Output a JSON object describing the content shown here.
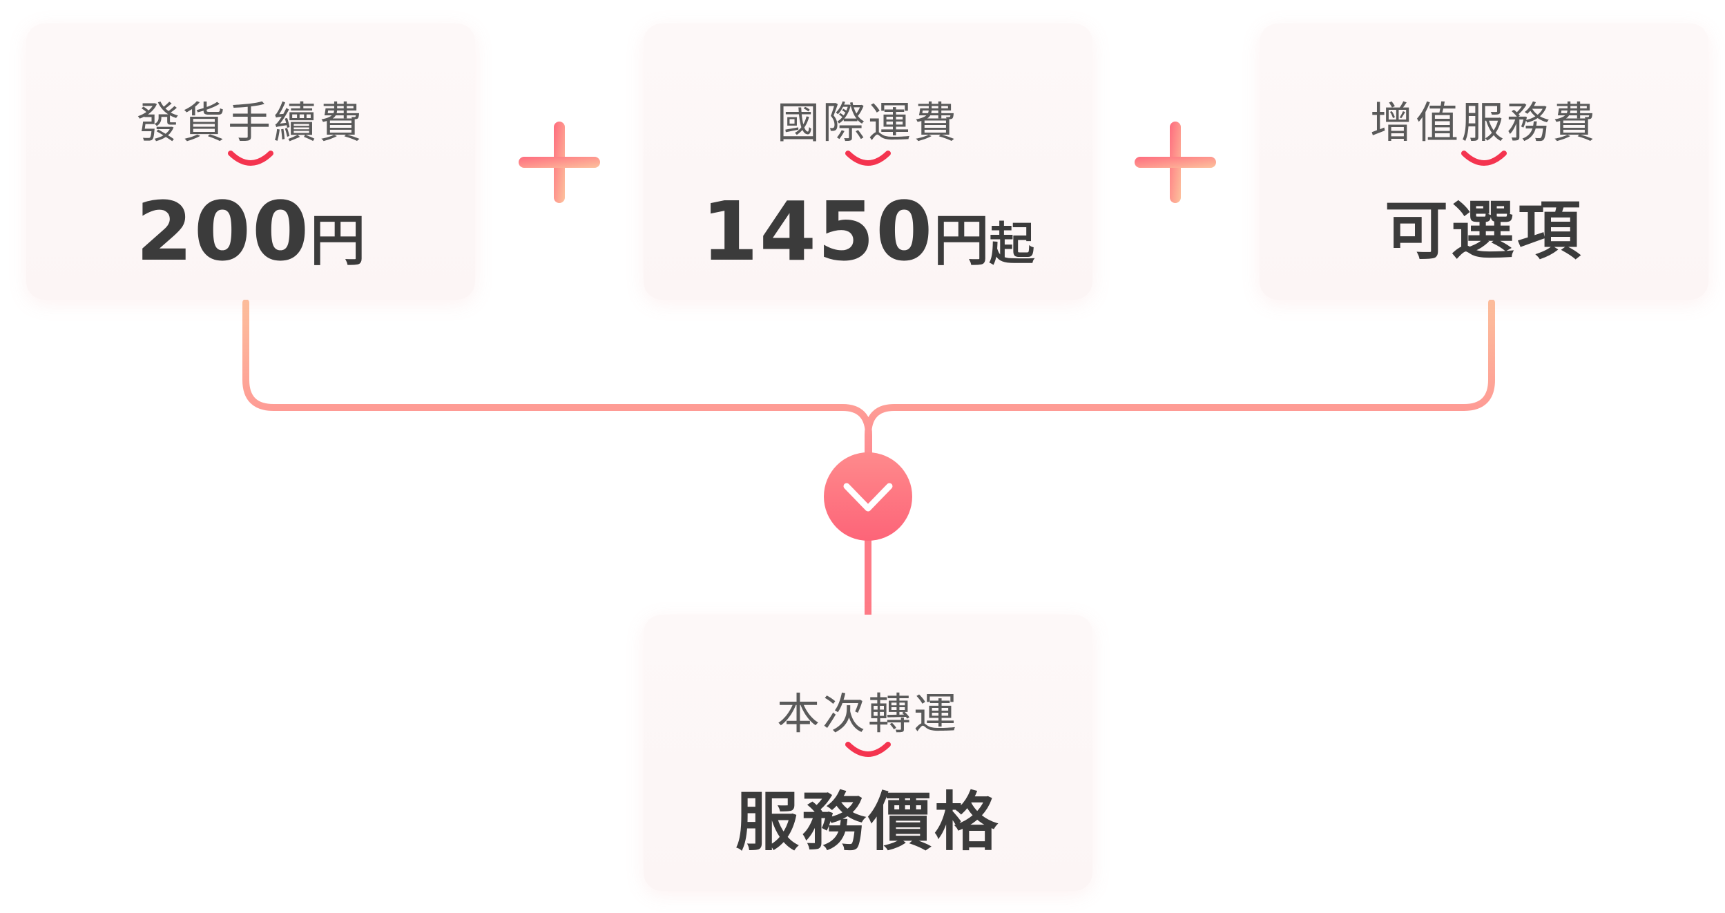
{
  "colors": {
    "accent": "#fe6b7e",
    "accent_dark": "#f4344f",
    "line": "#fda799",
    "text_label": "#5a5a5a",
    "text_value": "#3b3b3b",
    "card_bg": "#fcf6f6"
  },
  "cards": [
    {
      "label": "發貨手續費",
      "value_number": "200",
      "value_unit": "円",
      "value_suffix": ""
    },
    {
      "label": "國際運費",
      "value_number": "1450",
      "value_unit": "円",
      "value_suffix": "起"
    },
    {
      "label": "增值服務費",
      "value_text": "可選項"
    }
  ],
  "result": {
    "label": "本次轉運",
    "value_text": "服務價格"
  },
  "icons": {
    "operator": "plus-icon",
    "arrow": "chevron-down-icon",
    "smile": "smile-underline-icon"
  }
}
